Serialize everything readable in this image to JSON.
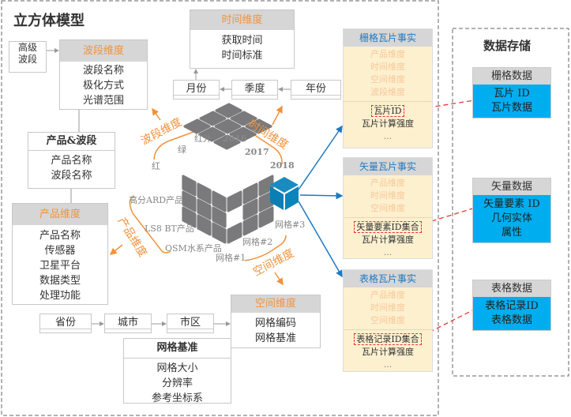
{
  "title": "立方体模型",
  "storage_title": "数据存储",
  "band_levels": "高级\n波段",
  "band_dim": {
    "title": "波段维度",
    "items": [
      "波段名称",
      "极化方式",
      "光谱范围"
    ]
  },
  "time_dim": {
    "title": "时间维度",
    "items": [
      "获取时间",
      "时间标准"
    ]
  },
  "time_levels": [
    "月份",
    "季度",
    "年份"
  ],
  "product_band": {
    "title": "产品&波段",
    "items": [
      "产品名称",
      "波段名称"
    ]
  },
  "product_dim": {
    "title": "产品维度",
    "items": [
      "产品名称",
      "传感器",
      "卫星平台",
      "数据类型",
      "处理功能"
    ]
  },
  "space_levels": [
    "省份",
    "城市",
    "市区"
  ],
  "space_dim": {
    "title": "空间维度",
    "items": [
      "网格编码",
      "网格基准"
    ]
  },
  "grid_ref": {
    "title": "网格基准",
    "items": [
      "网格大小",
      "分辨率",
      "参考坐标系"
    ]
  },
  "cube_labels": {
    "band_axis": "波段维度",
    "band_values": [
      "红",
      "绿",
      "红外"
    ],
    "time_axis": "时间维度",
    "time_values": [
      "2016",
      "2017",
      "2018"
    ],
    "product_axis": "产品维度",
    "product_values": [
      "高分ARD产品",
      "LS8 BT产品",
      "OSM水系产品"
    ],
    "space_axis": "空间维度",
    "space_values": [
      "网格#1",
      "网格#2",
      "网格#3"
    ]
  },
  "facts": [
    {
      "title": "栅格瓦片事实",
      "dims": [
        "产品维度",
        "时间维度",
        "空间维度",
        "波段维度"
      ],
      "key": "瓦片ID",
      "measure": "瓦片计算强度",
      "more": "..."
    },
    {
      "title": "矢量瓦片事实",
      "dims": [
        "产品维度",
        "时间维度",
        "空间维度"
      ],
      "key": "矢量要素ID集合",
      "measure": "瓦片计算强度",
      "more": "..."
    },
    {
      "title": "表格瓦片事实",
      "dims": [
        "产品维度",
        "时间维度",
        "空间维度"
      ],
      "key": "表格记录ID集合",
      "measure": "瓦片计算强度",
      "more": "..."
    }
  ],
  "stores": [
    {
      "title": "栅格数据",
      "items": [
        "瓦片 ID",
        "瓦片数据"
      ]
    },
    {
      "title": "矢量数据",
      "items": [
        "矢量要素 ID",
        "几何实体",
        "属性"
      ]
    },
    {
      "title": "表格数据",
      "items": [
        "表格记录ID",
        "表格数据"
      ]
    }
  ],
  "colors": {
    "accent": "#f0923c",
    "link": "#1f78c0",
    "store": "#00aeef",
    "fact_bg": "#fdf0cf",
    "cube": "#7a7a7c",
    "key_arrow": "#e33333"
  }
}
